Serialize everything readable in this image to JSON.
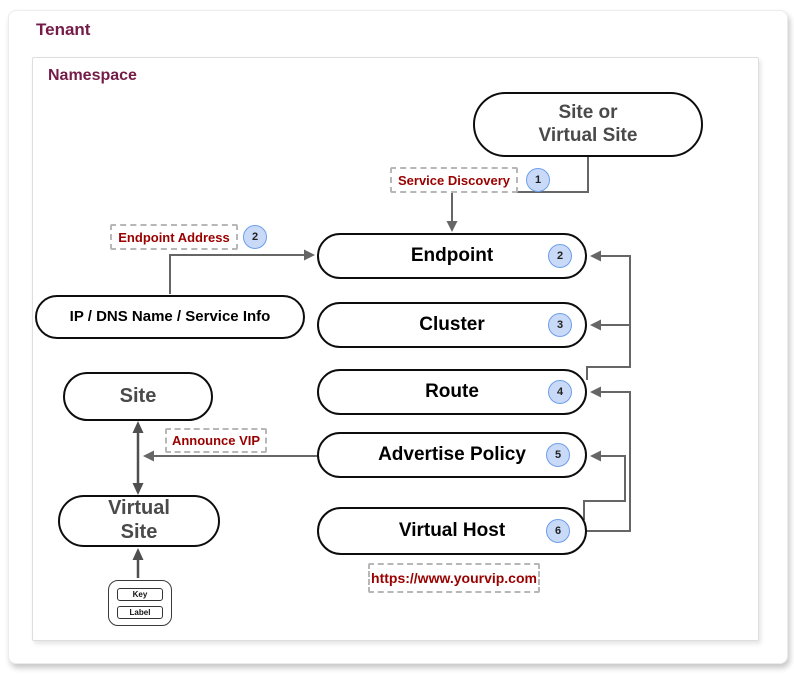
{
  "tenant": {
    "label": "Tenant"
  },
  "namespace": {
    "label": "Namespace"
  },
  "nodes": {
    "site_or_virtual_site": {
      "line1": "Site or",
      "line2": "Virtual Site"
    },
    "endpoint": {
      "label": "Endpoint",
      "badge": "2"
    },
    "cluster": {
      "label": "Cluster",
      "badge": "3"
    },
    "route": {
      "label": "Route",
      "badge": "4"
    },
    "advertise_policy": {
      "label": "Advertise Policy",
      "badge": "5"
    },
    "virtual_host": {
      "label": "Virtual Host",
      "badge": "6"
    },
    "ip_dns": {
      "label": "IP / DNS Name / Service Info"
    },
    "site": {
      "label": "Site"
    },
    "virtual_site": {
      "line1": "Virtual",
      "line2": "Site"
    }
  },
  "annotations": {
    "service_discovery": {
      "label": "Service Discovery",
      "badge": "1"
    },
    "endpoint_address": {
      "label": "Endpoint Address",
      "badge": "2"
    },
    "announce_vip": {
      "label": "Announce VIP"
    },
    "vip_url": {
      "label": "https://www.yourvip.com"
    }
  },
  "legend": {
    "key": "Key",
    "label": "Label"
  },
  "colors": {
    "heading": "#741b47",
    "annotation_red": "#990000",
    "badge_fill": "#c9daf8",
    "badge_border": "#6d9eeb",
    "connector_gray": "#666666",
    "node_text_gray": "#4a4a4a",
    "node_text_black": "#000000"
  }
}
